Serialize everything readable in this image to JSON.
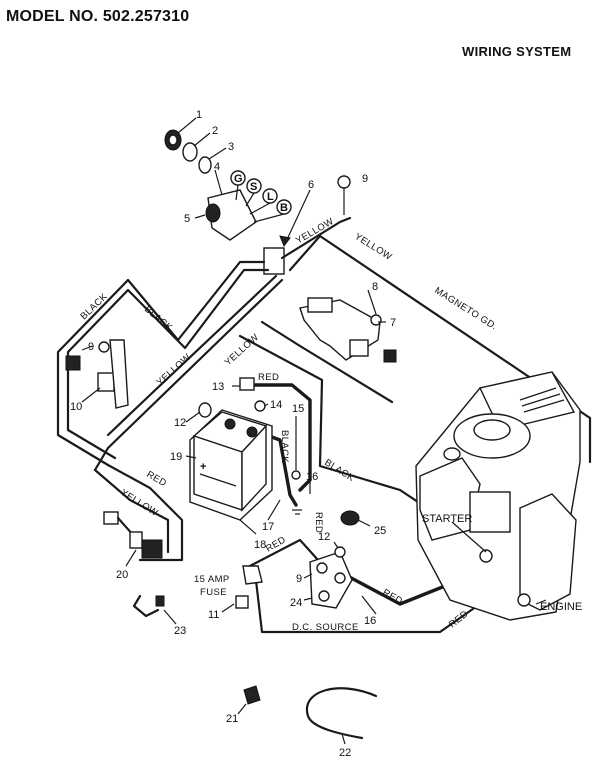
{
  "header": {
    "model": "MODEL NO.  502.257310",
    "title": "WIRING SYSTEM"
  },
  "wire_labels": {
    "yellow": "YELLOW",
    "black": "BLACK",
    "red": "RED",
    "magneto": "MAGNETO GD."
  },
  "component_labels": {
    "starter": "STARTER",
    "engine": "ENGINE",
    "dc_source": "D.C. SOURCE",
    "fuse_amp": "15 AMP",
    "fuse": "FUSE",
    "battery_plus": "+",
    "switch_g": "G",
    "switch_s": "S",
    "switch_l": "L",
    "switch_b": "B"
  },
  "callouts": {
    "c1": "1",
    "c2": "2",
    "c3": "3",
    "c4": "4",
    "c5": "5",
    "c6": "6",
    "c7": "7",
    "c8": "8",
    "c9": "9",
    "c10": "10",
    "c11": "11",
    "c12": "12",
    "c13": "13",
    "c14": "14",
    "c15": "15",
    "c16": "16",
    "c17": "17",
    "c18": "18",
    "c19": "19",
    "c20": "20",
    "c21": "21",
    "c22": "22",
    "c23": "23",
    "c24": "24",
    "c25": "25"
  },
  "colors": {
    "ink": "#1a1a1a",
    "paper": "#ffffff"
  }
}
